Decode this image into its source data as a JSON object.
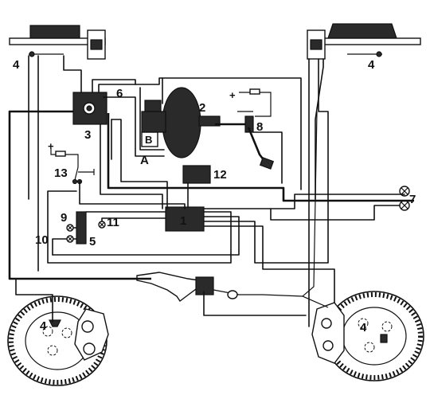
{
  "labels": {
    "l1": "1",
    "l2": "2",
    "l3": "3",
    "l4_top_left": "4",
    "l4_top_right": "4",
    "l4_bottom_left": "4",
    "l4_bottom_right": "4",
    "l5": "5",
    "l6": "6",
    "l7": "7",
    "l8": "8",
    "l9": "9",
    "l10": "10",
    "l11": "11",
    "l12": "12",
    "l13": "13",
    "lA": "A",
    "lB": "B",
    "plus1": "+",
    "plus2": "+"
  },
  "colors": {
    "ink": "#111111",
    "fill_dark": "#2a2a2a",
    "background": "#ffffff"
  }
}
